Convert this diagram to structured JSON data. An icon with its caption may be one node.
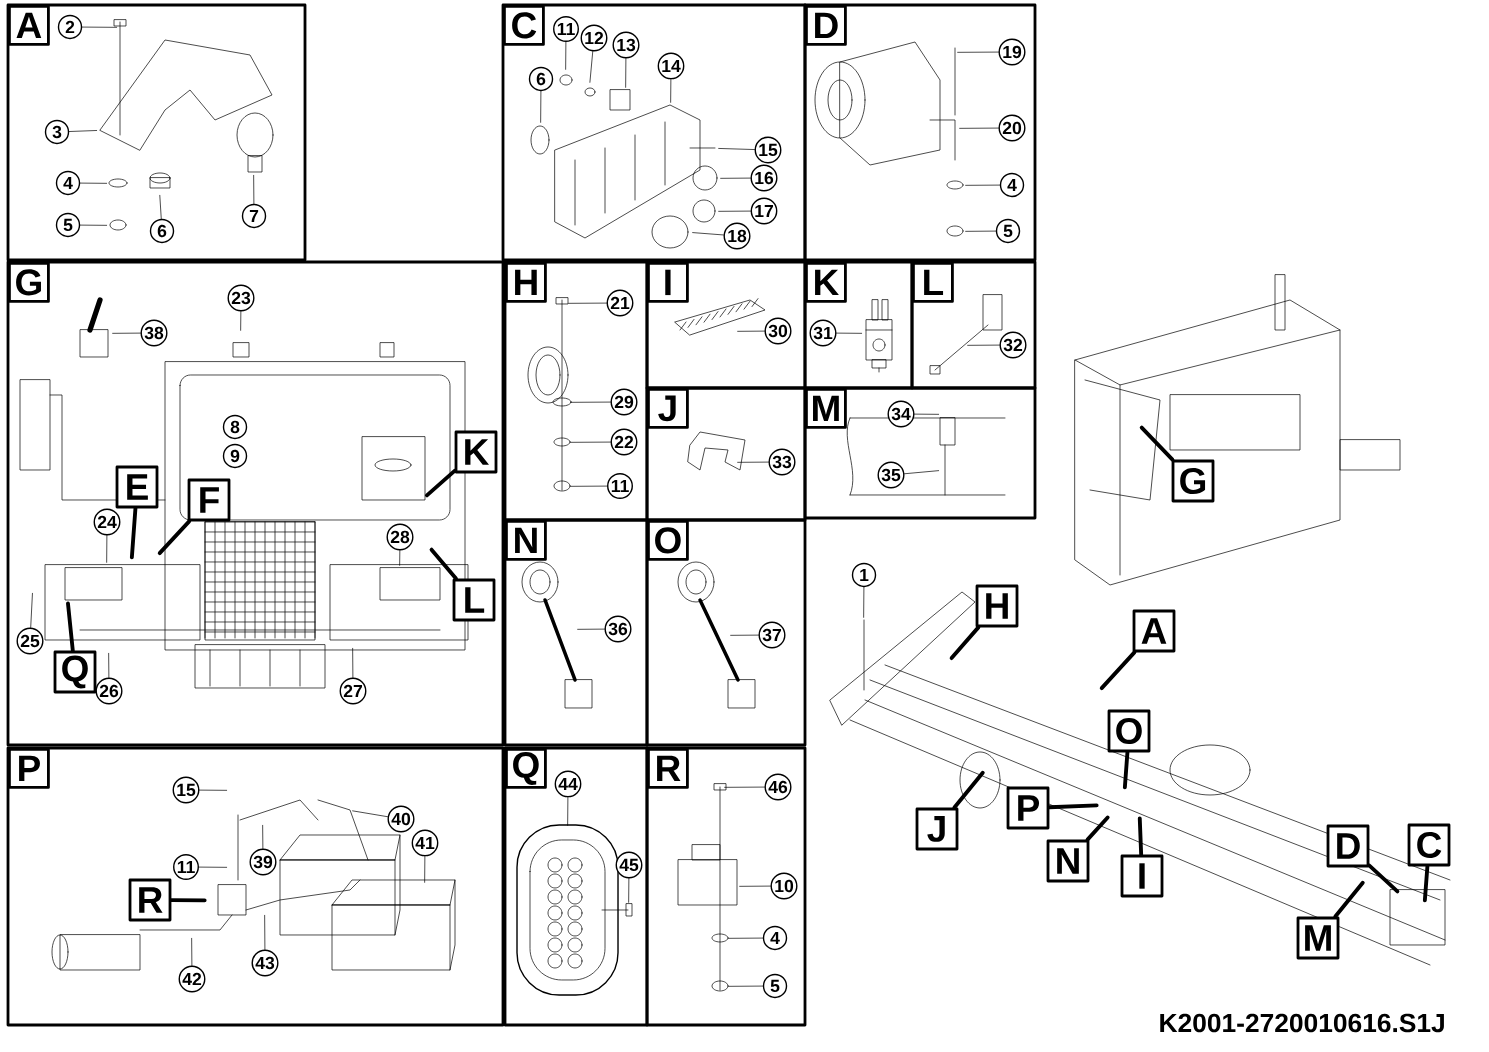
{
  "diagram": {
    "nodes": [
      {
        "text": [
          "A"
        ]
      },
      {
        "text": [
          "2"
        ],
        "in": 0
      },
      {
        "text": [
          "3"
        ],
        "in": 0
      },
      {
        "text": [
          "4"
        ],
        "in": 0
      },
      {
        "text": [
          "5"
        ],
        "in": 0
      },
      {
        "text": [
          "6"
        ],
        "in": 0
      },
      {
        "text": [
          "7"
        ],
        "in": 0
      },
      {
        "text": [
          "C"
        ]
      },
      {
        "text": [
          "11"
        ],
        "in": 7
      },
      {
        "text": [
          "12"
        ],
        "in": 7
      },
      {
        "text": [
          "13"
        ],
        "in": 7
      },
      {
        "text": [
          "14"
        ],
        "in": 7
      },
      {
        "text": [
          "6"
        ],
        "in": 7
      },
      {
        "text": [
          "15"
        ],
        "in": 7
      },
      {
        "text": [
          "16"
        ],
        "in": 7
      },
      {
        "text": [
          "17"
        ],
        "in": 7
      },
      {
        "text": [
          "18"
        ],
        "in": 7
      },
      {
        "text": [
          "D"
        ]
      },
      {
        "text": [
          "19"
        ],
        "in": 17
      },
      {
        "text": [
          "20"
        ],
        "in": 17
      },
      {
        "text": [
          "4"
        ],
        "in": 17
      },
      {
        "text": [
          "5"
        ],
        "in": 17
      },
      {
        "text": [
          "G"
        ]
      },
      {
        "text": [
          "23"
        ],
        "in": 22
      },
      {
        "text": [
          "38"
        ],
        "in": 89
      },
      {
        "text": [
          "8"
        ],
        "in": 89
      },
      {
        "text": [
          "9"
        ],
        "in": 89
      },
      {
        "text": [
          "E"
        ],
        "in": 89
      },
      {
        "text": [
          "F"
        ],
        "in": 89
      },
      {
        "text": [
          "K"
        ],
        "in": 22
      },
      {
        "text": [
          "24"
        ],
        "in": 89
      },
      {
        "text": [
          "28"
        ],
        "in": 89
      },
      {
        "text": [
          "L"
        ],
        "in": 22
      },
      {
        "text": [
          "25"
        ],
        "in": 89
      },
      {
        "text": [
          "Q"
        ],
        "in": 89
      },
      {
        "text": [
          "26"
        ],
        "in": 22
      },
      {
        "text": [
          "27"
        ],
        "in": 22
      },
      {
        "text": [
          "H"
        ]
      },
      {
        "text": [
          "21"
        ],
        "in": 37
      },
      {
        "text": [
          "29"
        ],
        "in": 37
      },
      {
        "text": [
          "22"
        ],
        "in": 37
      },
      {
        "text": [
          "11"
        ],
        "in": 37
      },
      {
        "text": [
          "I"
        ]
      },
      {
        "text": [
          "30"
        ],
        "in": 42
      },
      {
        "text": [
          "K"
        ]
      },
      {
        "text": [
          "31"
        ],
        "in": 44
      },
      {
        "text": [
          "L"
        ]
      },
      {
        "text": [
          "32"
        ],
        "in": 46
      },
      {
        "text": [
          "J"
        ]
      },
      {
        "text": [
          "33"
        ],
        "in": 48
      },
      {
        "text": [
          "M"
        ]
      },
      {
        "text": [
          "34"
        ],
        "in": 50
      },
      {
        "text": [
          "35"
        ],
        "in": 95
      },
      {
        "text": [
          "N"
        ]
      },
      {
        "text": [
          "36"
        ],
        "in": 53
      },
      {
        "text": [
          "O"
        ]
      },
      {
        "text": [
          "37"
        ],
        "in": 55
      },
      {
        "text": [
          "P"
        ]
      },
      {
        "text": [
          "15"
        ],
        "in": 57
      },
      {
        "text": [
          "40"
        ],
        "in": 98
      },
      {
        "text": [
          "41"
        ],
        "in": 98
      },
      {
        "text": [
          "39"
        ],
        "in": 98
      },
      {
        "text": [
          "11"
        ],
        "in": 98
      },
      {
        "text": [
          "R"
        ],
        "in": 98
      },
      {
        "text": [
          "42"
        ],
        "in": 57
      },
      {
        "text": [
          "43"
        ],
        "in": 57
      },
      {
        "text": [
          "Q"
        ]
      },
      {
        "text": [
          "44"
        ],
        "in": 66
      },
      {
        "text": [
          "45"
        ],
        "in": 66
      },
      {
        "text": [
          "R"
        ]
      },
      {
        "text": [
          "46"
        ],
        "in": 69
      },
      {
        "text": [
          "10"
        ],
        "in": 69
      },
      {
        "text": [
          "4"
        ],
        "in": 69
      },
      {
        "text": [
          "5"
        ],
        "in": 69
      },
      {
        "text": [
          "G"
        ],
        "in": 101
      },
      {
        "text": [
          "1"
        ]
      },
      {
        "text": [
          "H"
        ]
      },
      {
        "text": [
          "A"
        ],
        "in": 102
      },
      {
        "text": [
          "O"
        ],
        "in": 102
      },
      {
        "text": [
          "P"
        ],
        "in": 102
      },
      {
        "text": [
          "J"
        ],
        "in": 102
      },
      {
        "text": [
          "N"
        ],
        "in": 102
      },
      {
        "text": [
          "I"
        ],
        "in": 102
      },
      {
        "text": [
          "D"
        ],
        "in": 102
      },
      {
        "text": [
          "C"
        ],
        "in": 102
      },
      {
        "text": [
          "M"
        ],
        "in": 102
      },
      {
        "text": [],
        "shape": "picture",
        "in": 0
      },
      {
        "text": [],
        "shape": "picture",
        "in": 7
      },
      {
        "text": [],
        "shape": "picture",
        "in": 17
      },
      {
        "text": [],
        "shape": "picture",
        "in": 22
      },
      {
        "text": [],
        "shape": "picture",
        "in": 37
      },
      {
        "text": [],
        "shape": "picture",
        "in": 42
      },
      {
        "text": [],
        "shape": "picture",
        "in": 44
      },
      {
        "text": [],
        "shape": "picture",
        "in": 46
      },
      {
        "text": [],
        "shape": "picture",
        "in": 48
      },
      {
        "text": [],
        "shape": "picture",
        "in": 50
      },
      {
        "text": [],
        "shape": "picture",
        "in": 53
      },
      {
        "text": [],
        "shape": "picture",
        "in": 55
      },
      {
        "text": [],
        "shape": "picture",
        "in": 57
      },
      {
        "text": [],
        "shape": "picture",
        "in": 66
      },
      {
        "text": [],
        "shape": "picture",
        "in": 69
      },
      {
        "text": [],
        "shape": "picture"
      },
      {
        "text": [],
        "shape": "picture"
      }
    ],
    "edges": [
      {
        "from": 1,
        "to": 86,
        "arrow": "none"
      },
      {
        "from": 2,
        "to": 86,
        "arrow": "none"
      },
      {
        "from": 3,
        "to": 86,
        "arrow": "none"
      },
      {
        "from": 4,
        "to": 86,
        "arrow": "none"
      },
      {
        "from": 5,
        "to": 86,
        "arrow": "none"
      },
      {
        "from": 6,
        "to": 86,
        "arrow": "none"
      },
      {
        "from": 8,
        "to": 87,
        "arrow": "none"
      },
      {
        "from": 9,
        "to": 87,
        "arrow": "none"
      },
      {
        "from": 10,
        "to": 87,
        "arrow": "none"
      },
      {
        "from": 11,
        "to": 87,
        "arrow": "none"
      },
      {
        "from": 12,
        "to": 87,
        "arrow": "none"
      },
      {
        "from": 13,
        "to": 87,
        "arrow": "none"
      },
      {
        "from": 14,
        "to": 87,
        "arrow": "none"
      },
      {
        "from": 15,
        "to": 87,
        "arrow": "none"
      },
      {
        "from": 16,
        "to": 87,
        "arrow": "none"
      },
      {
        "from": 18,
        "to": 88,
        "arrow": "none"
      },
      {
        "from": 19,
        "to": 88,
        "arrow": "none"
      },
      {
        "from": 20,
        "to": 88,
        "arrow": "none"
      },
      {
        "from": 21,
        "to": 88,
        "arrow": "none"
      },
      {
        "from": 23,
        "to": 89,
        "arrow": "none"
      },
      {
        "from": 24,
        "to": 89,
        "arrow": "none"
      },
      {
        "from": 27,
        "to": 89,
        "arrow": "none",
        "style": "thick"
      },
      {
        "from": 28,
        "to": 89,
        "arrow": "none",
        "style": "thick"
      },
      {
        "from": 29,
        "to": 89,
        "arrow": "none",
        "style": "thick"
      },
      {
        "from": 30,
        "to": 89,
        "arrow": "none"
      },
      {
        "from": 31,
        "to": 89,
        "arrow": "none"
      },
      {
        "from": 32,
        "to": 89,
        "arrow": "none",
        "style": "thick"
      },
      {
        "from": 33,
        "to": 89,
        "arrow": "none"
      },
      {
        "from": 34,
        "to": 89,
        "arrow": "none",
        "style": "thick"
      },
      {
        "from": 35,
        "to": 89,
        "arrow": "none"
      },
      {
        "from": 36,
        "to": 89,
        "arrow": "none"
      },
      {
        "from": 38,
        "to": 90,
        "arrow": "none"
      },
      {
        "from": 39,
        "to": 90,
        "arrow": "none"
      },
      {
        "from": 40,
        "to": 90,
        "arrow": "none"
      },
      {
        "from": 41,
        "to": 90,
        "arrow": "none"
      },
      {
        "from": 43,
        "to": 91,
        "arrow": "none"
      },
      {
        "from": 45,
        "to": 92,
        "arrow": "none"
      },
      {
        "from": 47,
        "to": 93,
        "arrow": "none"
      },
      {
        "from": 49,
        "to": 94,
        "arrow": "none"
      },
      {
        "from": 51,
        "to": 95,
        "arrow": "none"
      },
      {
        "from": 52,
        "to": 95,
        "arrow": "none"
      },
      {
        "from": 54,
        "to": 96,
        "arrow": "none"
      },
      {
        "from": 56,
        "to": 97,
        "arrow": "none"
      },
      {
        "from": 58,
        "to": 98,
        "arrow": "none"
      },
      {
        "from": 59,
        "to": 98,
        "arrow": "none"
      },
      {
        "from": 60,
        "to": 98,
        "arrow": "none"
      },
      {
        "from": 61,
        "to": 98,
        "arrow": "none"
      },
      {
        "from": 62,
        "to": 98,
        "arrow": "none"
      },
      {
        "from": 63,
        "to": 98,
        "arrow": "none",
        "style": "thick"
      },
      {
        "from": 64,
        "to": 98,
        "arrow": "none"
      },
      {
        "from": 65,
        "to": 98,
        "arrow": "none"
      },
      {
        "from": 67,
        "to": 99,
        "arrow": "none"
      },
      {
        "from": 68,
        "to": 99,
        "arrow": "none"
      },
      {
        "from": 70,
        "to": 100,
        "arrow": "none"
      },
      {
        "from": 71,
        "to": 100,
        "arrow": "none"
      },
      {
        "from": 72,
        "to": 100,
        "arrow": "none"
      },
      {
        "from": 73,
        "to": 100,
        "arrow": "none"
      },
      {
        "from": 74,
        "to": 101,
        "arrow": "none",
        "style": "thick"
      },
      {
        "from": 75,
        "to": 102,
        "arrow": "none"
      },
      {
        "from": 76,
        "to": 102,
        "arrow": "none",
        "style": "thick"
      },
      {
        "from": 77,
        "to": 102,
        "arrow": "none",
        "style": "thick"
      },
      {
        "from": 78,
        "to": 102,
        "arrow": "none",
        "style": "thick"
      },
      {
        "from": 79,
        "to": 102,
        "arrow": "none",
        "style": "thick"
      },
      {
        "from": 80,
        "to": 102,
        "arrow": "none",
        "style": "thick"
      },
      {
        "from": 81,
        "to": 102,
        "arrow": "none",
        "style": "thick"
      },
      {
        "from": 82,
        "to": 102,
        "arrow": "none",
        "style": "thick"
      },
      {
        "from": 83,
        "to": 102,
        "arrow": "none",
        "style": "thick"
      },
      {
        "from": 84,
        "to": 102,
        "arrow": "none",
        "style": "thick"
      },
      {
        "from": 85,
        "to": 102,
        "arrow": "none",
        "style": "thick"
      }
    ],
    "labels": [
      "K2001-2720010616.S1J"
    ]
  }
}
